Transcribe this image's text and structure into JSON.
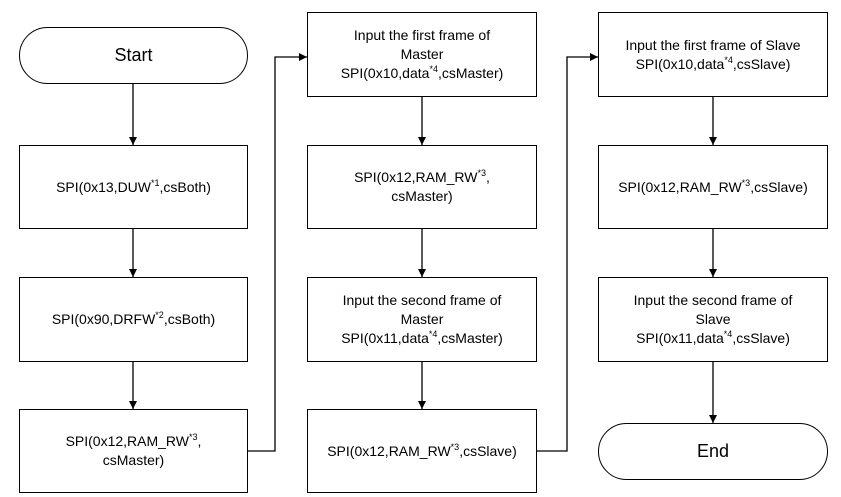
{
  "nodes": {
    "start": {
      "label": "Start"
    },
    "col1_box1": {
      "pre": "SPI(0x13,DUW",
      "note": "*1",
      "post": ",csBoth)"
    },
    "col1_box2": {
      "pre": "SPI(0x90,DRFW",
      "note": "*2",
      "post": ",csBoth)"
    },
    "col1_box3": {
      "pre": "SPI(0x12,RAM_RW",
      "note": "*3",
      "post": ",",
      "line2": "csMaster)"
    },
    "col2_box1": {
      "line1": "Input the first frame of",
      "line2": "Master",
      "pre": "SPI(0x10,data",
      "note": "*4",
      "post": ",csMaster)"
    },
    "col2_box2": {
      "pre": "SPI(0x12,RAM_RW",
      "note": "*3",
      "post": ",",
      "line2": "csMaster)"
    },
    "col2_box3": {
      "line1": "Input the second frame of",
      "line2": "Master",
      "pre": "SPI(0x11,data",
      "note": "*4",
      "post": ",csMaster)"
    },
    "col2_box4": {
      "pre": "SPI(0x12,RAM_RW",
      "note": "*3",
      "post": ",csSlave)"
    },
    "col3_box1": {
      "line1": "Input the first frame of Slave",
      "pre": "SPI(0x10,data",
      "note": "*4",
      "post": ",csSlave)"
    },
    "col3_box2": {
      "pre": "SPI(0x12,RAM_RW",
      "note": "*3",
      "post": ",csSlave)"
    },
    "col3_box3": {
      "line1": "Input the second frame of",
      "line2": "Slave",
      "pre": "SPI(0x11,data",
      "note": "*4",
      "post": ",csSlave)"
    },
    "end": {
      "label": "End"
    }
  }
}
